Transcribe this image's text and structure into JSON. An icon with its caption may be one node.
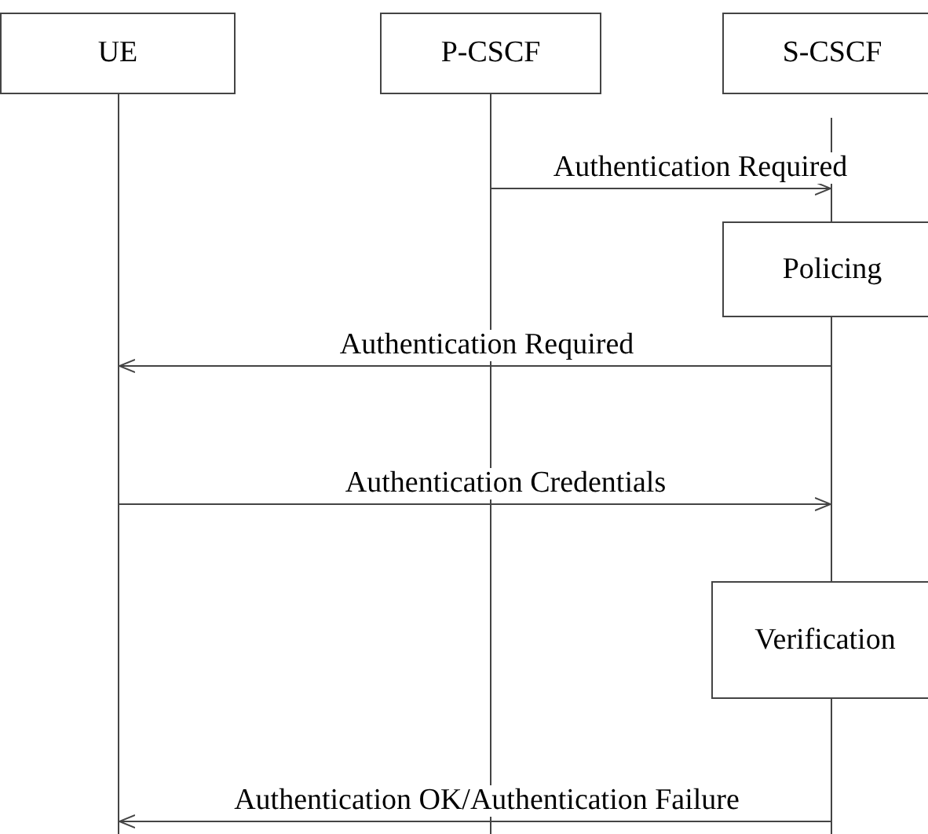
{
  "diagram": {
    "nodes": [
      {
        "text": [
          "UE"
        ]
      },
      {
        "text": [
          "P-CSCF"
        ]
      },
      {
        "text": [
          "S-CSCF"
        ]
      },
      {
        "text": [],
        "shape": "line"
      },
      {
        "text": [],
        "shape": "line"
      },
      {
        "text": [],
        "shape": "line"
      },
      {
        "text": [
          "Policing"
        ]
      },
      {
        "text": [
          "Verification"
        ]
      }
    ],
    "edges": [
      {
        "from": 4,
        "to": 5,
        "arrow": "to",
        "label": "Authentication Required"
      },
      {
        "from": 5,
        "to": 3,
        "arrow": "to",
        "label": "Authentication Required"
      },
      {
        "from": 3,
        "to": 5,
        "arrow": "to",
        "label": "Authentication Credentials"
      },
      {
        "from": 5,
        "to": 3,
        "arrow": "to",
        "label": "Authentication OK/Authentication Failure"
      }
    ]
  }
}
